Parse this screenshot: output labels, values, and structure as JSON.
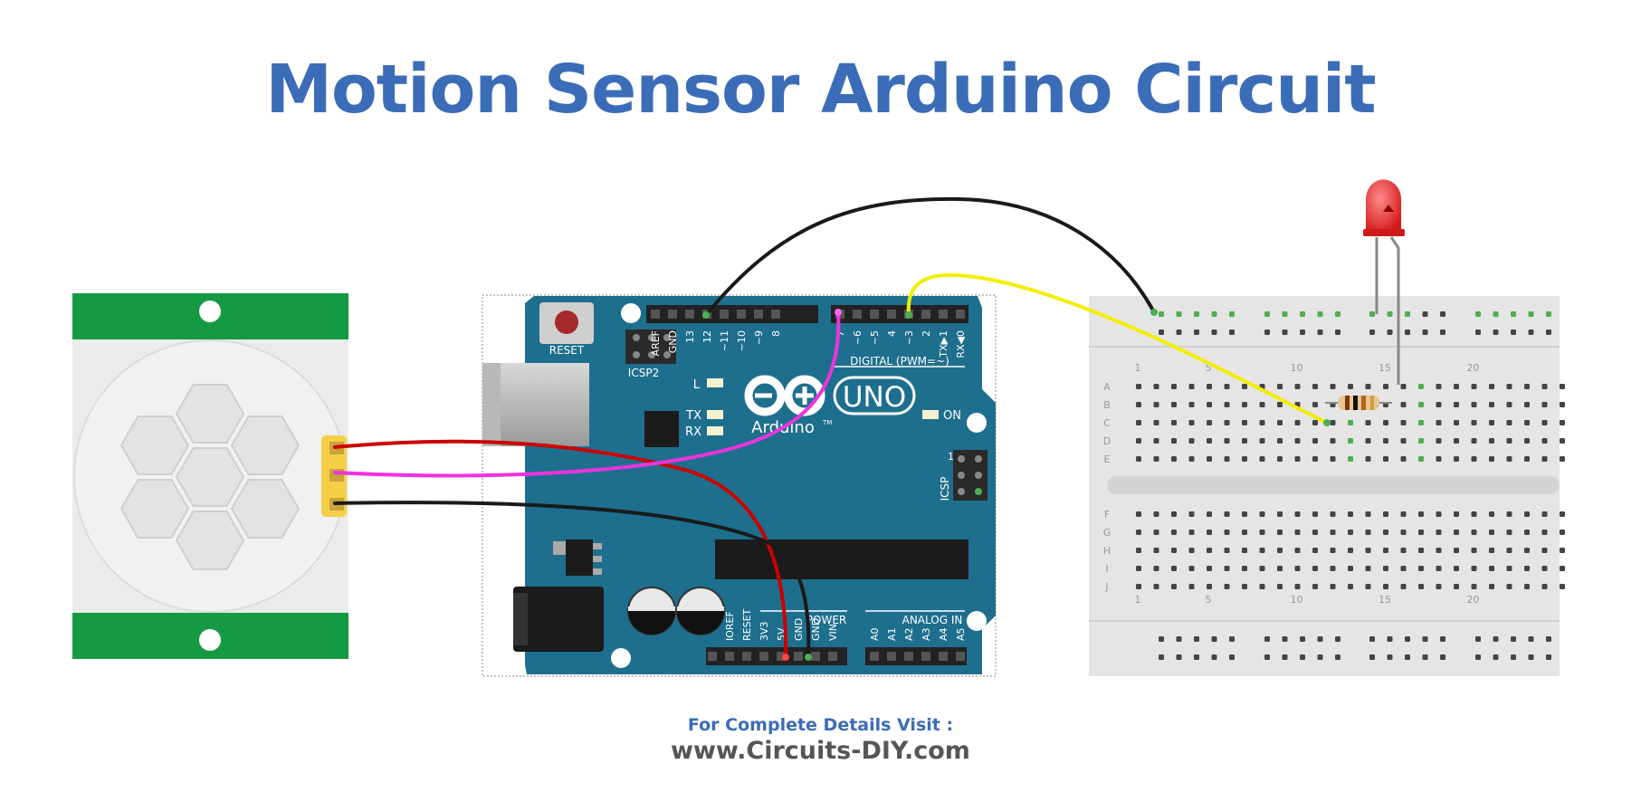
{
  "title": "Motion Sensor Arduino Circuit",
  "footer": {
    "label": "For Complete Details Visit :",
    "url": "www.Circuits-DIY.com"
  },
  "colors": {
    "title": "#3b6cb7",
    "footer_label": "#3b6cb7",
    "footer_url": "#555555",
    "arduino_board": "#1e6f8e",
    "pir_board": "#159a43",
    "breadboard": "#e5e5e5",
    "wire_red": "#cc0000",
    "wire_magenta": "#ee33dd",
    "wire_black": "#1a1a1a",
    "wire_yellow": "#f2ee00",
    "led": "#e62222"
  },
  "arduino": {
    "reset_label": "RESET",
    "icsp2_label": "ICSP2",
    "icsp_label": "ICSP",
    "icsp_pin_mark": "1",
    "l_label": "L",
    "tx_label": "TX",
    "rx_label": "RX",
    "on_label": "ON",
    "uno_label": "UNO",
    "brand_label": "Arduino",
    "tm_mark": "TM",
    "digital_label": "DIGITAL (PWM=~)",
    "power_label": "POWER",
    "analog_label": "ANALOG IN",
    "top_left_pins": [
      "AREF",
      "GND",
      "13",
      "12",
      "~11",
      "~10",
      "~9",
      "8"
    ],
    "top_right_pins": [
      "7",
      "~6",
      "~5",
      "4",
      "~3",
      "2",
      "TX▶1",
      "RX◀0"
    ],
    "power_pins": [
      "IOREF",
      "RESET",
      "3V3",
      "5V",
      "GND",
      "GND",
      "VIN"
    ],
    "analog_pins": [
      "A0",
      "A1",
      "A2",
      "A3",
      "A4",
      "A5"
    ]
  },
  "breadboard": {
    "row_letters_top": [
      "A",
      "B",
      "C",
      "D",
      "E"
    ],
    "row_letters_bottom": [
      "F",
      "G",
      "H",
      "I",
      "J"
    ],
    "column_numbers": [
      "1",
      "5",
      "10",
      "15",
      "20"
    ]
  }
}
